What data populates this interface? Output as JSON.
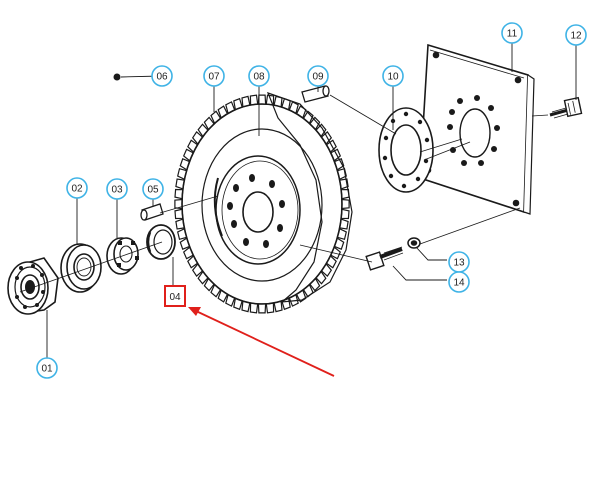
{
  "colors": {
    "callout_stroke": "#3fb3e6",
    "callout_fill": "#ffffff",
    "ink": "#1a1a1a",
    "highlight": "#e0201b",
    "arrow": "#e0201b"
  },
  "callouts": [
    {
      "id": "c01",
      "label": "01"
    },
    {
      "id": "c02",
      "label": "02"
    },
    {
      "id": "c03",
      "label": "03"
    },
    {
      "id": "c05",
      "label": "05"
    },
    {
      "id": "c06",
      "label": "06"
    },
    {
      "id": "c07",
      "label": "07"
    },
    {
      "id": "c08",
      "label": "08"
    },
    {
      "id": "c09",
      "label": "09"
    },
    {
      "id": "c10",
      "label": "10"
    },
    {
      "id": "c11",
      "label": "11"
    },
    {
      "id": "c12",
      "label": "12"
    },
    {
      "id": "c13",
      "label": "13"
    },
    {
      "id": "c14",
      "label": "14"
    }
  ],
  "highlighted": {
    "label": "04"
  },
  "icons": {
    "part_callout": "circle-callout-icon",
    "pointer": "red-arrow-icon"
  }
}
